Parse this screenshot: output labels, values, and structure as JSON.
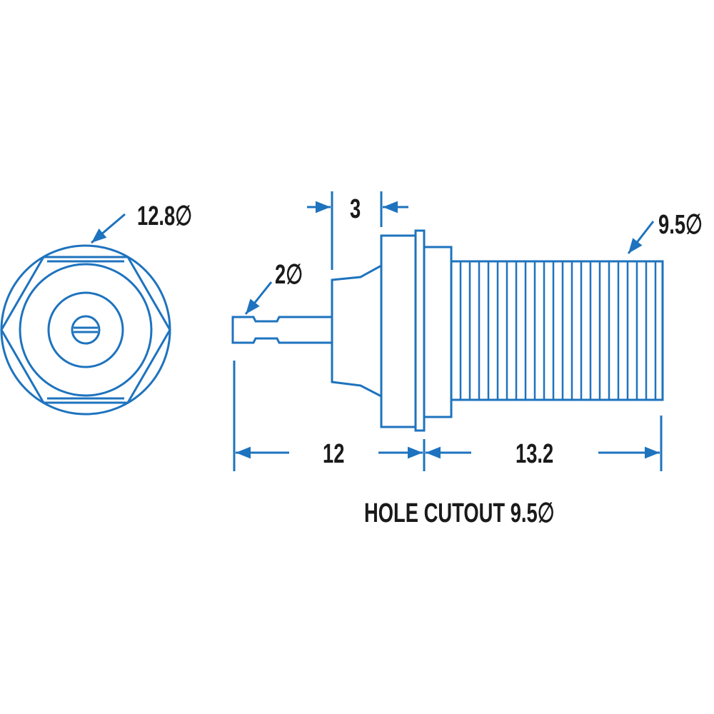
{
  "diagram": {
    "title": "Panel mount connector dimension drawing",
    "colors": {
      "line": "#1e73be",
      "text": "#1a1a1a",
      "background": "#ffffff"
    },
    "labels": {
      "outer_diameter": "12.8∅",
      "pin_diameter": "2∅",
      "flange_width": "3",
      "thread_diameter": "9.5∅",
      "front_length": "12",
      "thread_length": "13.2",
      "hole_cutout": "HOLE CUTOUT 9.5∅"
    },
    "views": [
      "front-view",
      "side-view"
    ]
  }
}
